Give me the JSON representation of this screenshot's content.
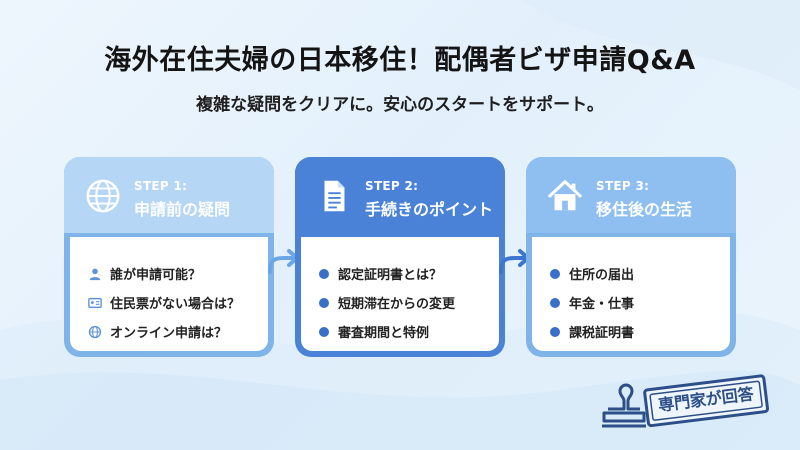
{
  "header": {
    "title": "海外在住夫婦の日本移住！配偶者ビザ申請Q&A",
    "subtitle": "複雑な疑問をクリアに。安心のスタートをサポート。"
  },
  "steps": [
    {
      "label": "STEP 1:",
      "title": "申請前の疑問",
      "icon": "globe-icon",
      "items": [
        "誰が申請可能？",
        "住民票がない場合は？",
        "オンライン申請は？"
      ],
      "item_icons": [
        "person-icon",
        "id-card-icon",
        "globe-icon"
      ]
    },
    {
      "label": "STEP 2:",
      "title": "手続きのポイント",
      "icon": "document-icon",
      "items": [
        "認定証明書とは？",
        "短期滞在からの変更",
        "審査期間と特例"
      ]
    },
    {
      "label": "STEP 3:",
      "title": "移住後の生活",
      "icon": "house-icon",
      "items": [
        "住所の届出",
        "年金・仕事",
        "課税証明書"
      ]
    }
  ],
  "stamp": {
    "text": "専門家が回答"
  },
  "colors": {
    "accent": "#4a82d8",
    "light_accent": "#7fb4e9",
    "bullet": "#3a6fc7",
    "stamp": "#2b4f86"
  }
}
